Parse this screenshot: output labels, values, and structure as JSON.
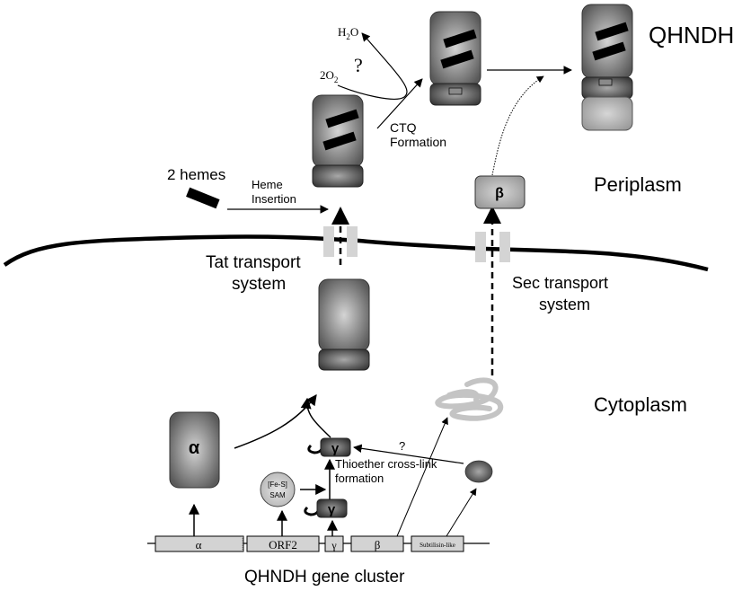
{
  "title": "QHNDH",
  "compartments": {
    "periplasm": "Periplasm",
    "cytoplasm": "Cytoplasm"
  },
  "transport": {
    "tat_line1": "Tat transport",
    "tat_line2": "system",
    "sec_line1": "Sec transport",
    "sec_line2": "system"
  },
  "labels": {
    "hemes": "2 hemes",
    "heme_insertion_line1": "Heme",
    "heme_insertion_line2": "Insertion",
    "ctq_line1": "CTQ",
    "ctq_line2": "Formation",
    "h2o_main": "H",
    "h2o_sub": "2",
    "h2o_end": "O",
    "o2_main": "2O",
    "o2_sub": "2",
    "question_top": "?",
    "question_mid": "?",
    "thioether_line1": "Thioether cross-link",
    "thioether_line2": "formation",
    "fes_line1": "[Fe-S]",
    "fes_line2": "SAM"
  },
  "subunits": {
    "alpha": "α",
    "beta": "β",
    "gamma": "γ"
  },
  "gene_cluster": {
    "caption": "QHNDH gene cluster",
    "genes": [
      "α",
      "ORF2",
      "γ",
      "β",
      "Subtilisin-like"
    ]
  },
  "colors": {
    "membrane": "#000000",
    "channel": "#d4d4d4",
    "gene_fill": "#d3d3d3",
    "protein_light": "#d0d0d0",
    "protein_dark": "#555555"
  }
}
